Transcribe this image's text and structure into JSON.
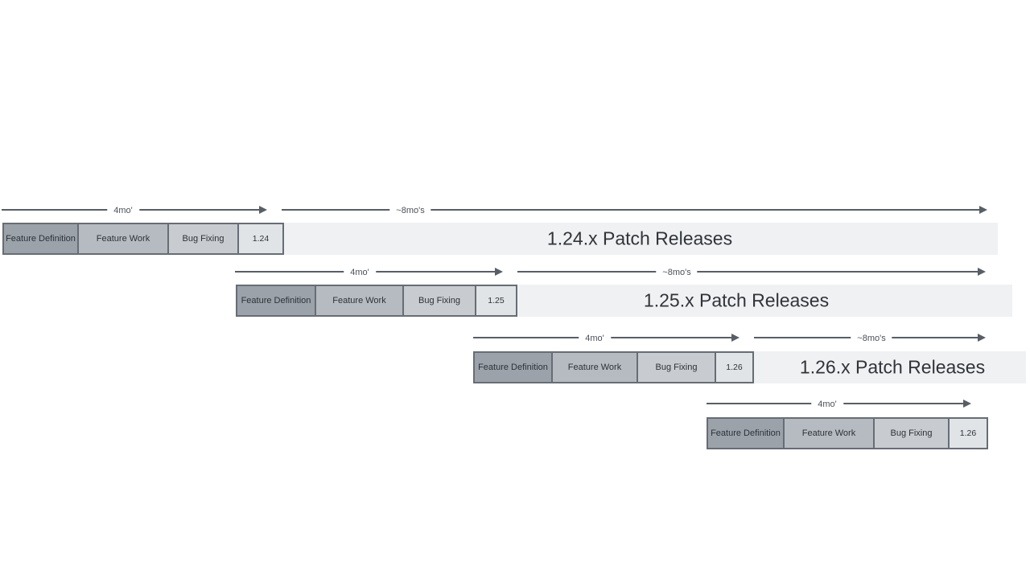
{
  "colors": {
    "phase_definition_fill": "#9ba2aa",
    "phase_work_fill": "#b6bbc1",
    "phase_bug_fill": "#c8ccd1",
    "version_fill": "#e1e4e7",
    "patch_bar_fill": "#f0f1f3",
    "border": "#676d75",
    "arrow": "#585e66",
    "text": "#2e3237",
    "label_text": "#4b5158",
    "title_text": "#303438"
  },
  "rows": [
    {
      "cycle_duration": "4mo'",
      "patch_duration": "~8mo's",
      "phase_definition": "Feature Definition",
      "phase_work": "Feature Work",
      "phase_bug": "Bug Fixing",
      "version": "1.24",
      "patch_title": "1.24.x Patch Releases"
    },
    {
      "cycle_duration": "4mo'",
      "patch_duration": "~8mo's",
      "phase_definition": "Feature Definition",
      "phase_work": "Feature Work",
      "phase_bug": "Bug Fixing",
      "version": "1.25",
      "patch_title": "1.25.x Patch Releases"
    },
    {
      "cycle_duration": "4mo'",
      "patch_duration": "~8mo's",
      "phase_definition": "Feature Definition",
      "phase_work": "Feature Work",
      "phase_bug": "Bug Fixing",
      "version": "1.26",
      "patch_title": "1.26.x Patch Releases"
    },
    {
      "cycle_duration": "4mo'",
      "phase_definition": "Feature Definition",
      "phase_work": "Feature Work",
      "phase_bug": "Bug Fixing",
      "version": "1.26"
    }
  ]
}
